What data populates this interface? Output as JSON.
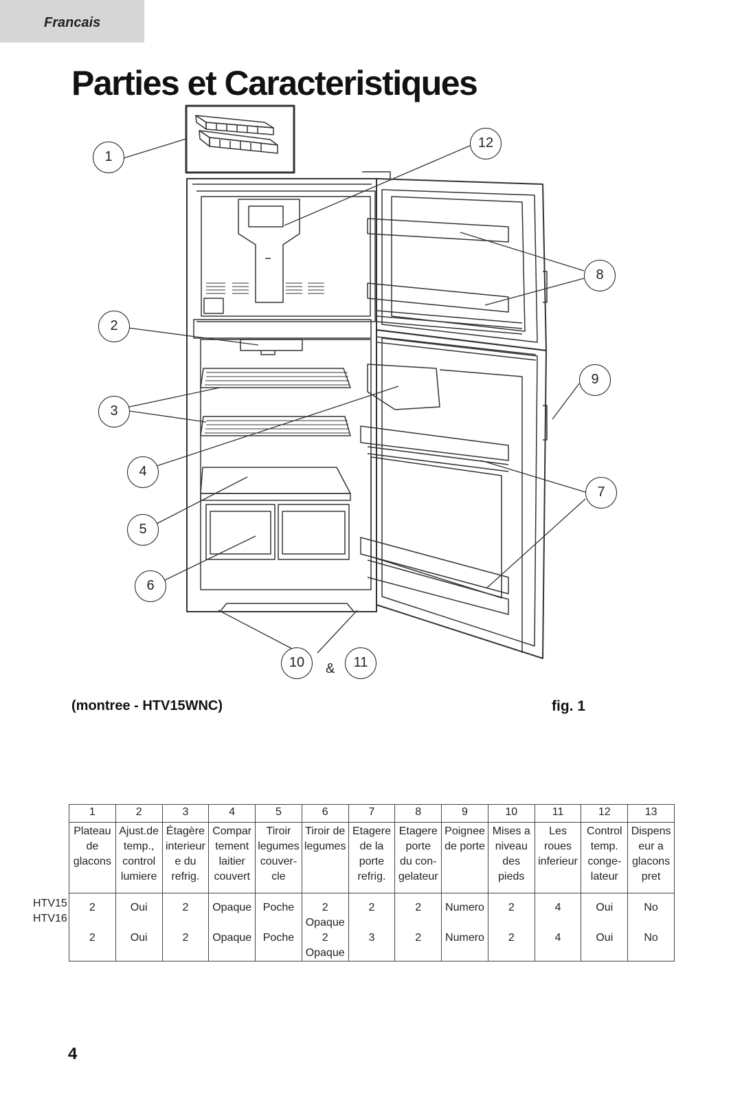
{
  "header": {
    "language_tab": "Francais"
  },
  "title": "Parties et Caracteristiques",
  "figure": {
    "callouts": [
      "1",
      "12",
      "8",
      "2",
      "9",
      "3",
      "4",
      "7",
      "5",
      "6",
      "10",
      "11"
    ],
    "ampersand": "&",
    "caption": "(montree - HTV15WNC)",
    "fig_label": "fig. 1"
  },
  "table": {
    "numbers": [
      "1",
      "2",
      "3",
      "4",
      "5",
      "6",
      "7",
      "8",
      "9",
      "10",
      "11",
      "12",
      "13"
    ],
    "names": [
      [
        "Plateau",
        "de",
        "glacons"
      ],
      [
        "Ajust.de",
        "temp.,",
        "control",
        "lumiere"
      ],
      [
        "Étagère",
        "interieur",
        "e du",
        "refrig."
      ],
      [
        "Compar",
        "tement",
        "laitier",
        "couvert"
      ],
      [
        "Tiroir",
        "legumes",
        "couver-",
        "cle"
      ],
      [
        "Tiroir de",
        "legumes"
      ],
      [
        "Etagere",
        "de la",
        "porte",
        "refrig."
      ],
      [
        "Etagere",
        "porte",
        "du con-",
        "gelateur"
      ],
      [
        "Poignee",
        "de porte"
      ],
      [
        "Mises a",
        "niveau",
        "des",
        "pieds"
      ],
      [
        "Les",
        "roues",
        "inferieur"
      ],
      [
        "Control",
        "temp.",
        "conge-",
        "lateur"
      ],
      [
        "Dispens",
        "eur a",
        "glacons",
        "pret"
      ]
    ],
    "rows": [
      {
        "model": "HTV15",
        "values": [
          "2",
          "Oui",
          "2",
          "Opaque",
          "Poche",
          "2 Opaque",
          "2",
          "2",
          "Numero",
          "2",
          "4",
          "Oui",
          "No"
        ]
      },
      {
        "model": "HTV16",
        "values": [
          "2",
          "Oui",
          "2",
          "Opaque",
          "Poche",
          "2 Opaque",
          "3",
          "2",
          "Numero",
          "2",
          "4",
          "Oui",
          "No"
        ]
      }
    ]
  },
  "page_number": "4"
}
